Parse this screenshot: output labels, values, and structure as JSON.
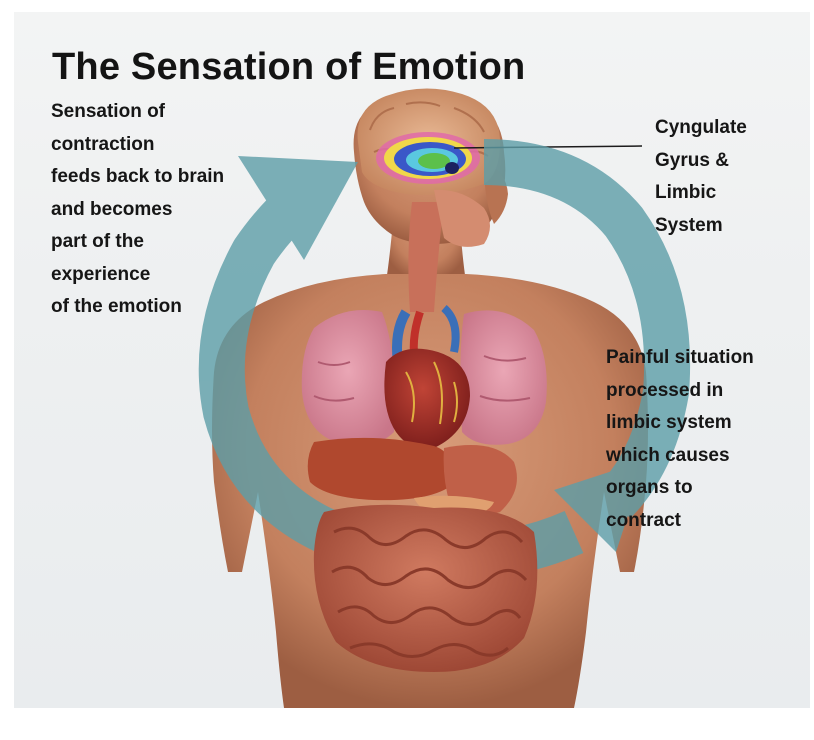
{
  "title": "The Sensation of Emotion",
  "labels": {
    "feedback": [
      "Sensation of",
      "contraction",
      "feeds back to brain",
      "and becomes",
      "part of the",
      "experience",
      "of the emotion"
    ],
    "limbic_structures": [
      "Cyngulate",
      "Gyrus &",
      "Limbic",
      "System"
    ],
    "painful_situation": [
      "Painful situation",
      "processed in",
      "limbic system",
      "which causes",
      "organs to",
      "contract"
    ]
  },
  "colors": {
    "cycle_arrow": "#5d9ea8",
    "skin": "#c98a68",
    "lungs": "#d88a9c",
    "heart": "#a2302a",
    "liver": "#b0482e",
    "intestines": "#b8604a",
    "brain": "#d6a07c"
  }
}
